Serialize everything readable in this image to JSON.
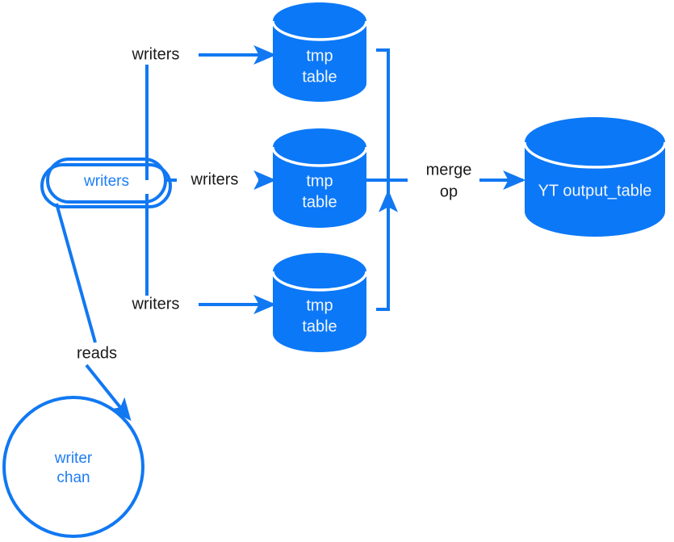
{
  "diagram": {
    "background_color": "#ffffff",
    "accent_color": "#0b78f7",
    "edge_color": "#1178f2",
    "dark_text_color": "#1a1a1a",
    "light_text_color": "#f2f6fb",
    "nodes": {
      "writers_pool": {
        "shape": "stacked-rounded-rectangle",
        "label": "writers"
      },
      "writer_chan": {
        "shape": "circle",
        "label_line1": "writer",
        "label_line2": "chan"
      },
      "tmp_table_1": {
        "shape": "cylinder",
        "label_line1": "tmp",
        "label_line2": "table"
      },
      "tmp_table_2": {
        "shape": "cylinder",
        "label_line1": "tmp",
        "label_line2": "table"
      },
      "tmp_table_3": {
        "shape": "cylinder",
        "label_line1": "tmp",
        "label_line2": "table"
      },
      "output_table": {
        "shape": "cylinder",
        "label": "YT output_table"
      }
    },
    "edge_labels": {
      "writers_top": "writers",
      "writers_middle": "writers",
      "writers_bottom": "writers",
      "reads": "reads",
      "merge_op_line1": "merge",
      "merge_op_line2": "op"
    }
  }
}
